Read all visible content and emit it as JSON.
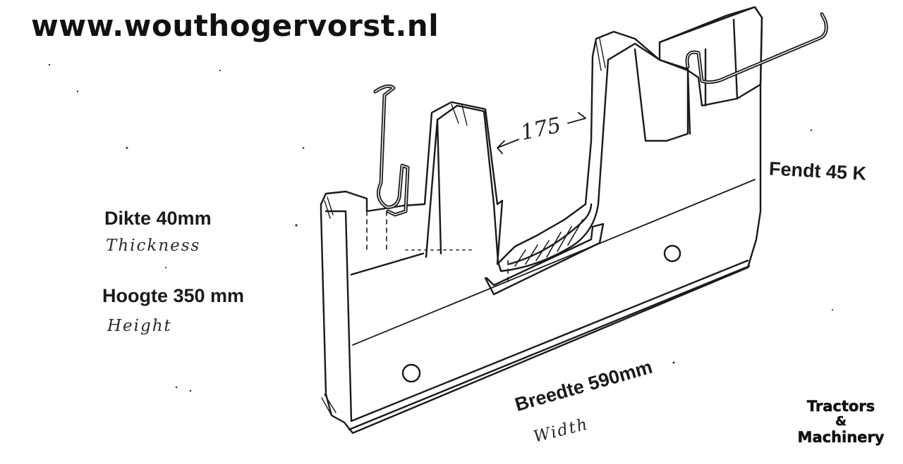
{
  "header": {
    "site_url": "www.wouthogervorst.nl"
  },
  "labels": {
    "model": "Fendt  45 K",
    "thickness": {
      "dutch": "Dikte 40mm",
      "english": "Thickness"
    },
    "height": {
      "dutch": "Hoogte 350 mm",
      "english": "Height"
    },
    "width": {
      "dutch": "Breedte 590mm",
      "english": "Width"
    },
    "slot_dimension": "175"
  },
  "watermark": {
    "line1": "Tractors",
    "line2": "&",
    "line3": "Machinery"
  },
  "colors": {
    "ink": "#1a1a1a",
    "paper": "#ffffff"
  }
}
